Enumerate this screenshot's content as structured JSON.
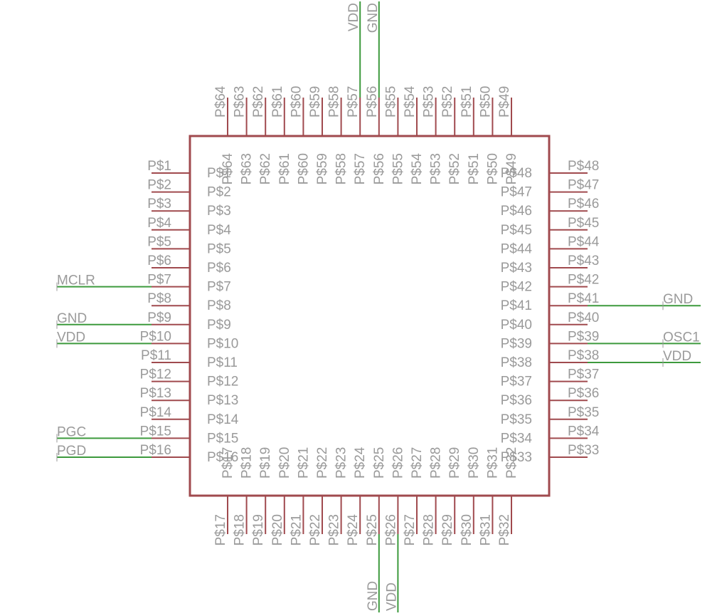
{
  "component": {
    "left_pins": [
      "P$1",
      "P$2",
      "P$3",
      "P$4",
      "P$5",
      "P$6",
      "P$7",
      "P$8",
      "P$9",
      "P$10",
      "P$11",
      "P$12",
      "P$13",
      "P$14",
      "P$15",
      "P$16"
    ],
    "bottom_pins": [
      "P$17",
      "P$18",
      "P$19",
      "P$20",
      "P$21",
      "P$22",
      "P$23",
      "P$24",
      "P$25",
      "P$26",
      "P$27",
      "P$28",
      "P$29",
      "P$30",
      "P$31",
      "P$32"
    ],
    "right_pins": [
      "P$48",
      "P$47",
      "P$46",
      "P$45",
      "P$44",
      "P$43",
      "P$42",
      "P$41",
      "P$40",
      "P$39",
      "P$38",
      "P$37",
      "P$36",
      "P$35",
      "P$34",
      "P$33"
    ],
    "top_pins": [
      "P$64",
      "P$63",
      "P$62",
      "P$61",
      "P$60",
      "P$59",
      "P$58",
      "P$57",
      "P$56",
      "P$55",
      "P$54",
      "P$53",
      "P$52",
      "P$51",
      "P$50",
      "P$49"
    ]
  },
  "nets": [
    {
      "name": "MCLR",
      "pin": "P$7"
    },
    {
      "name": "GND",
      "pin": "P$9"
    },
    {
      "name": "VDD",
      "pin": "P$10"
    },
    {
      "name": "PGC",
      "pin": "P$15"
    },
    {
      "name": "PGD",
      "pin": "P$16"
    },
    {
      "name": "GND",
      "pin": "P$41"
    },
    {
      "name": "OSC1",
      "pin": "P$39"
    },
    {
      "name": "VDD",
      "pin": "P$38"
    },
    {
      "name": "VDD",
      "pin": "P$57"
    },
    {
      "name": "GND",
      "pin": "P$56"
    },
    {
      "name": "GND",
      "pin": "P$25"
    },
    {
      "name": "VDD",
      "pin": "P$26"
    }
  ],
  "colors": {
    "pin": "#a04a4e",
    "wire": "#3d9a3d",
    "text": "#9a9a9a"
  }
}
